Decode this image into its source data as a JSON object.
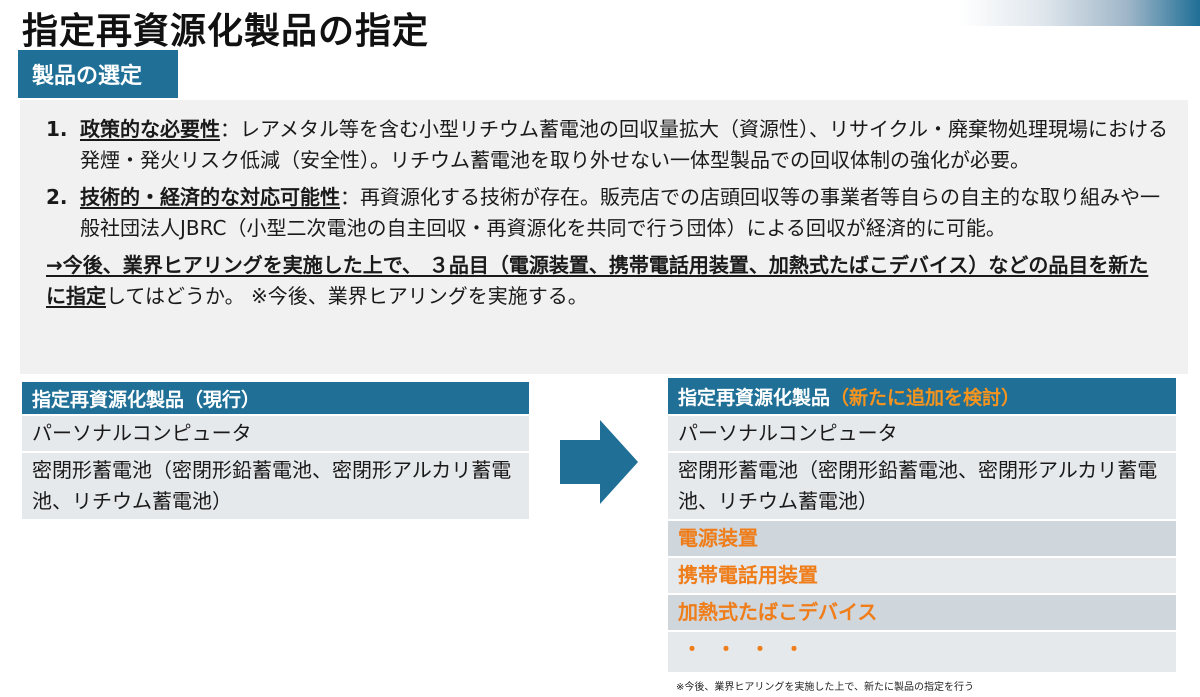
{
  "title": "指定再資源化製品の指定",
  "section_label": "製品の選定",
  "items": [
    {
      "number": "1.",
      "term": "政策的な必要性",
      "sep": "：",
      "text": "レアメタル等を含む小型リチウム蓄電池の回収量拡大（資源性）、リサイクル・廃棄物処理現場における発煙・発火リスク低減（安全性）。リチウム蓄電池を取り外せない一体型製品での回収体制の強化が必要。"
    },
    {
      "number": "2.",
      "term": "技術的・経済的な対応可能性",
      "sep": "：",
      "text": "再資源化する技術が存在。販売店での店頭回収等の事業者等自らの自主的な取り組みや一般社団法人JBRC（小型二次電池の自主回収・再資源化を共同で行う団体）による回収が経済的に可能。"
    }
  ],
  "conclusion": {
    "bold": "→今後、業界ヒアリングを実施した上で、 ３品目（電源装置、携帯電話用装置、加熱式たばこデバイス）などの品目を新たに指定",
    "normal": "してはどうか。 ※今後、業界ヒアリングを実施する。"
  },
  "current_table": {
    "header": "指定再資源化製品（現行）",
    "rows": [
      "パーソナルコンピュータ",
      "密閉形蓄電池（密閉形鉛蓄電池、密閉形アルカリ蓄電池、リチウム蓄電池）"
    ]
  },
  "new_table": {
    "header": "指定再資源化製品",
    "header_note": "（新たに追加を検討）",
    "rows": [
      "パーソナルコンピュータ",
      "密閉形蓄電池（密閉形鉛蓄電池、密閉形アルカリ蓄電池、リチウム蓄電池）"
    ],
    "new_rows": [
      "電源装置",
      "携帯電話用装置",
      "加熱式たばこデバイス"
    ],
    "more": "・・・・"
  },
  "footnote": "※今後、業界ヒアリングを実施した上で、新たに製品の指定を行う",
  "colors": {
    "accent": "#1f6f96",
    "highlight": "#ef7d1a",
    "panel": "#f1f1f1"
  }
}
